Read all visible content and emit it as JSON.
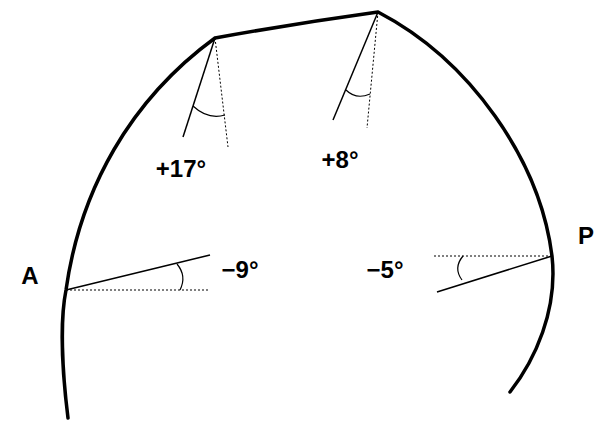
{
  "diagram": {
    "labels": [
      "A",
      "+17°",
      "+8°",
      "P",
      "−9°",
      "−5°"
    ]
  }
}
